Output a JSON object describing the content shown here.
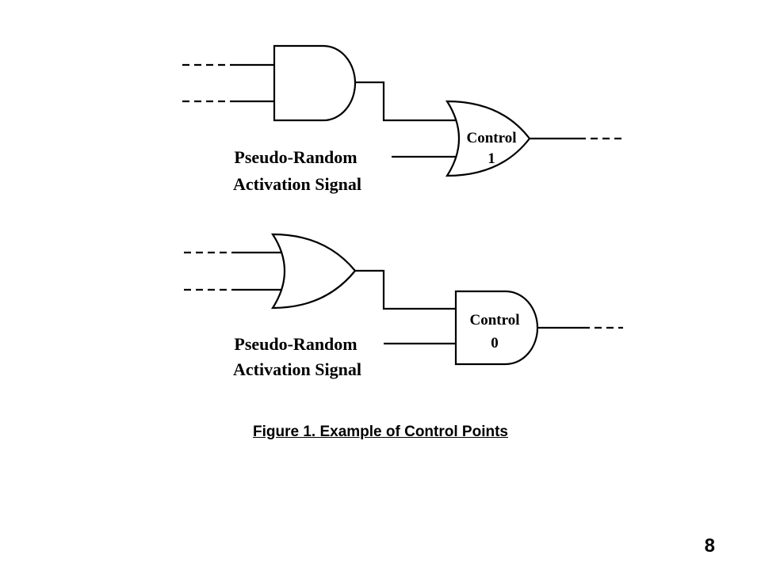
{
  "diagram": {
    "top": {
      "signal_label_line1": "Pseudo-Random",
      "signal_label_line2": "Activation Signal",
      "gate_label_line1": "Control",
      "gate_label_line2": "1"
    },
    "bottom": {
      "signal_label_line1": "Pseudo-Random",
      "signal_label_line2": "Activation Signal",
      "gate_label_line1": "Control",
      "gate_label_line2": "0"
    }
  },
  "caption": "Figure 1. Example of Control Points",
  "page_number": "8"
}
